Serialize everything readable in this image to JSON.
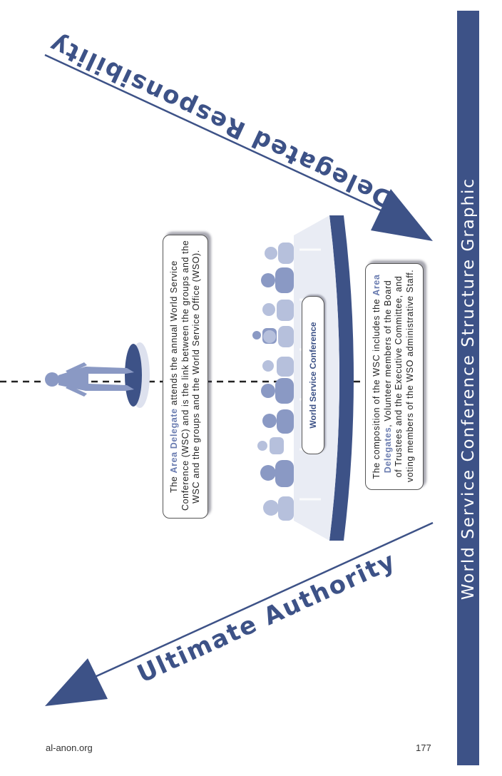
{
  "sidebar": {
    "title": "World Service Conference Structure Graphic"
  },
  "footer": {
    "site": "al-anon.org",
    "page_number": "177"
  },
  "graphic": {
    "top_arrow_label": "Delegated Responsibility",
    "bottom_arrow_label": "Ultimate Authority",
    "conference_label": "World Service Conference",
    "delegate_box": {
      "prefix": "The ",
      "highlight": "Area Delegate",
      "line1_rest": " attends the annual World Service",
      "line2": "Conference (WSC) and is the link between the groups and the",
      "line3": "WSC and the groups and the World Service Office (WSO)."
    },
    "composition_box": {
      "line1_prefix": "The composition of the WSC includes the ",
      "line1_highlight": "Area",
      "line2_highlight": "Delegates",
      "line2_rest": ", Volunteer members of the Board",
      "line3": "of Trustees and the Executive Committee, and",
      "line4": "voting members of the WSO administrative Staff."
    }
  },
  "colors": {
    "navy": "#3d5287",
    "highlight": "#6a7cb0",
    "figure": "#8a99c4",
    "figure_light": "#b6c0dc"
  }
}
